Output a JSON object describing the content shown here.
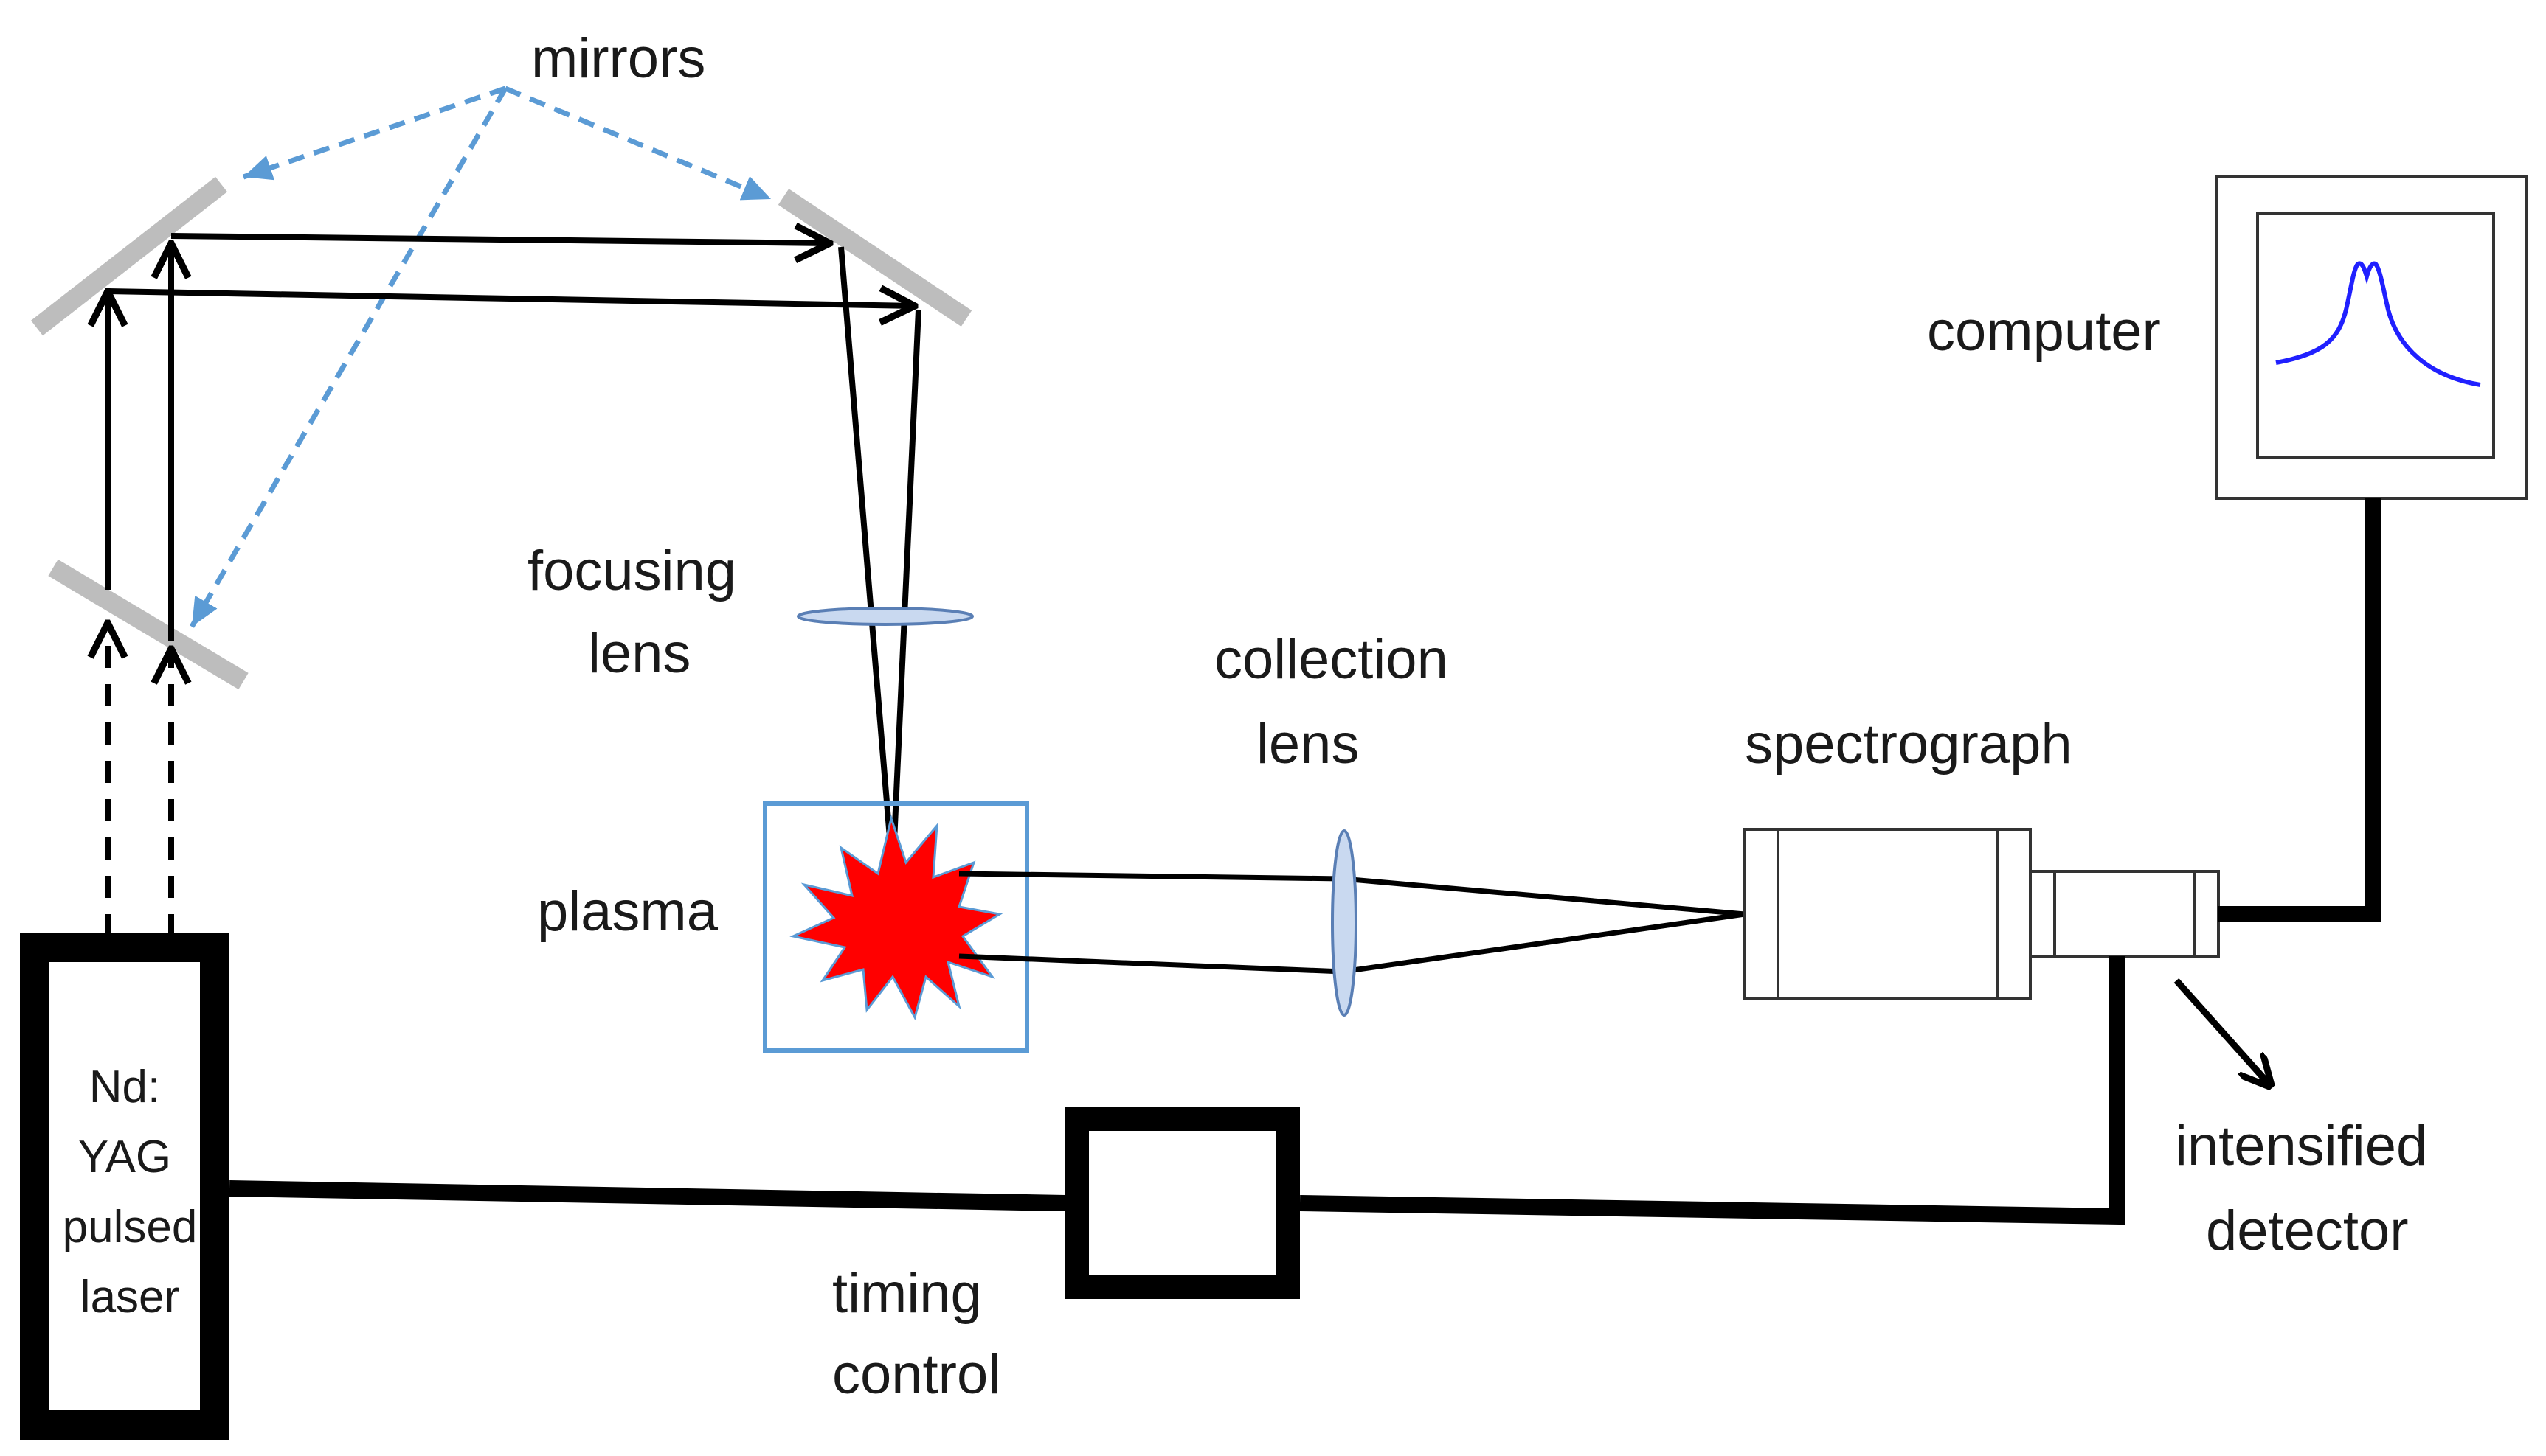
{
  "labels": {
    "mirrors": "mirrors",
    "focusing_lens_line1": "focusing",
    "focusing_lens_line2": "lens",
    "collection_lens_line1": "collection",
    "collection_lens_line2": "lens",
    "plasma": "plasma",
    "spectrograph": "spectrograph",
    "computer": "computer",
    "intensified_detector_line1": "intensified",
    "intensified_detector_line2": "detector",
    "timing_control_line1": "timing",
    "timing_control_line2": "control",
    "laser_line1": "Nd:",
    "laser_line2": "YAG",
    "laser_line3": "pulsed",
    "laser_line4": "laser"
  },
  "colors": {
    "mirror": "#bdbdbd",
    "mirror_pointer": "#5b9bd5",
    "plasma": "#ff0000",
    "plasma_box": "#5b9bd5",
    "lens_fill": "#c9d9f0",
    "lens_stroke": "#5a7fb5",
    "spectrum_line": "#2020ff",
    "beam": "#000000"
  },
  "icons": {
    "plasma": "starburst",
    "screen_plot": "double-peak-spectrum"
  }
}
